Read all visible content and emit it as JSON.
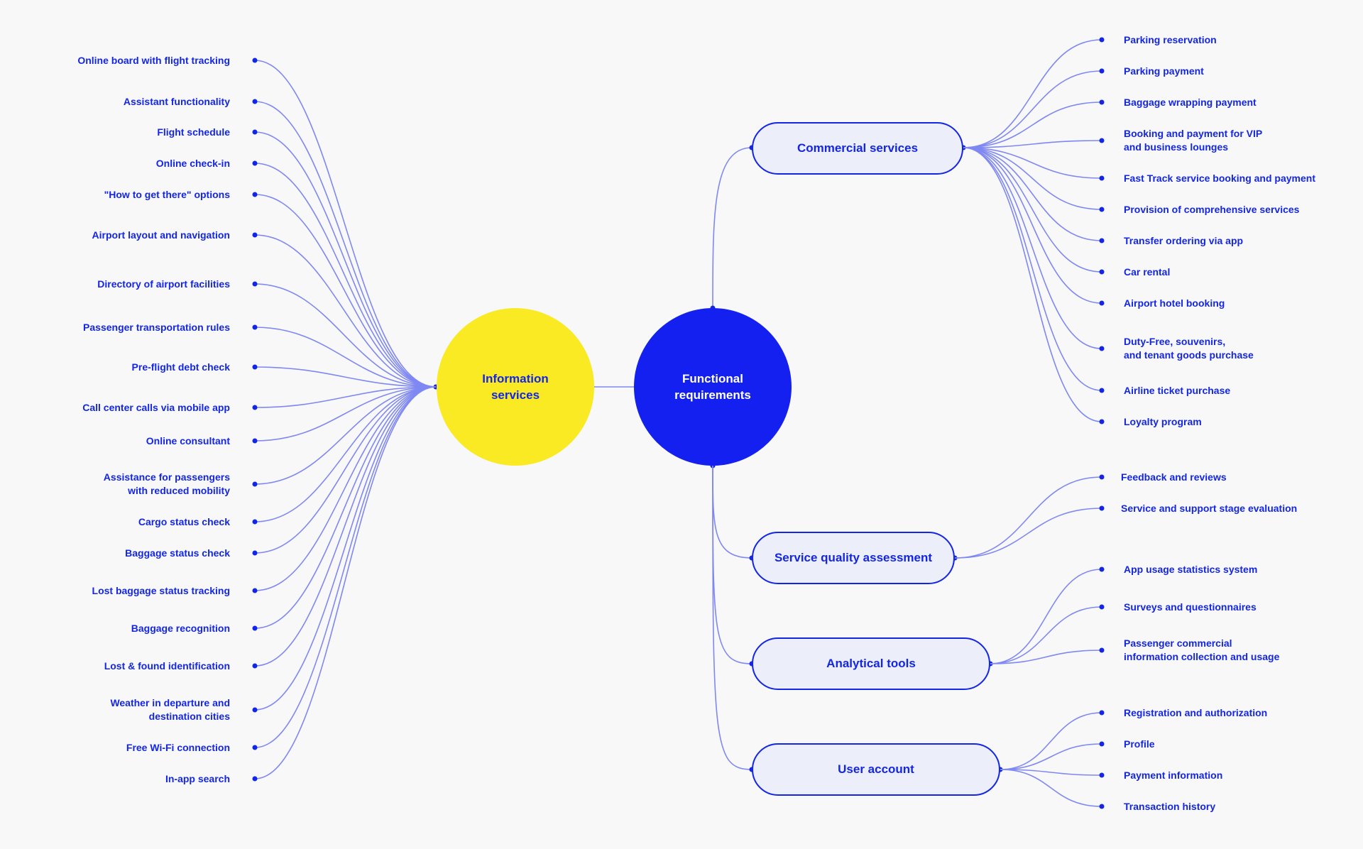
{
  "colors": {
    "accent": "#1326e6",
    "line": "#7f88f2",
    "yellow": "#f9ea23",
    "background": "#f8f8f8"
  },
  "center": {
    "label": "Functional\nrequirements"
  },
  "information": {
    "label": "Information\nservices",
    "items": [
      "Online board with flight tracking",
      "Assistant functionality",
      "Flight schedule",
      "Online check-in",
      "\"How to get there\" options",
      "Airport layout and navigation",
      "Directory of airport facilities",
      "Passenger transportation rules",
      "Pre-flight debt check",
      "Call center calls via mobile app",
      "Online consultant",
      "Assistance for passengers\nwith reduced mobility",
      "Cargo status check",
      "Baggage status check",
      "Lost baggage status tracking",
      "Baggage recognition",
      "Lost & found identification",
      "Weather in departure and\ndestination cities",
      "Free Wi-Fi connection",
      "In-app search"
    ]
  },
  "groups": [
    {
      "label": "Commercial services",
      "items": [
        "Parking reservation",
        "Parking payment",
        "Baggage wrapping payment",
        "Booking and payment for VIP\nand business lounges",
        "Fast Track service booking and payment",
        "Provision of comprehensive services",
        "Transfer ordering via app",
        "Car rental",
        "Airport hotel booking",
        "Duty-Free, souvenirs,\nand tenant goods purchase",
        "Airline ticket purchase",
        "Loyalty program"
      ]
    },
    {
      "label": "Service quality assessment",
      "items": [
        "Feedback and reviews",
        "Service and support stage evaluation"
      ]
    },
    {
      "label": "Analytical tools",
      "items": [
        "App usage statistics system",
        "Surveys and questionnaires",
        "Passenger commercial\ninformation collection and usage"
      ]
    },
    {
      "label": "User account",
      "items": [
        "Registration and authorization",
        "Profile",
        "Payment information",
        "Transaction history"
      ]
    }
  ]
}
